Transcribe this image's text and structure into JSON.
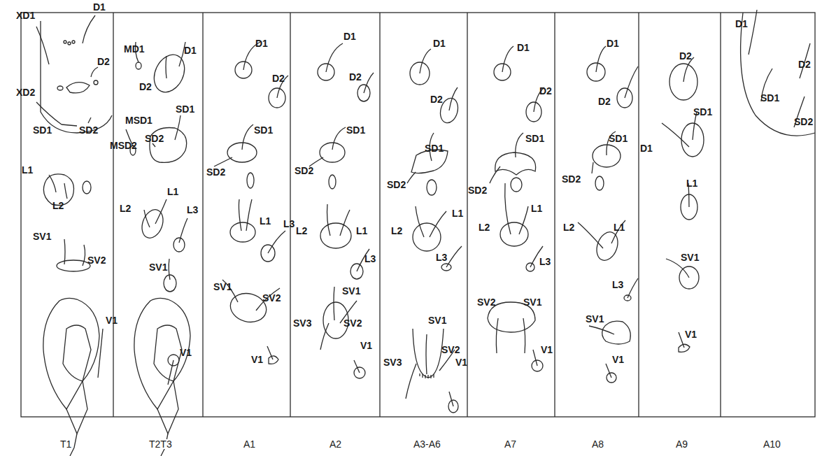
{
  "diagram": {
    "labels": [
      "XD1",
      "D1",
      "D2",
      "XD2",
      "SD1",
      "SD2",
      "L1",
      "L2",
      "SV1",
      "SV2",
      "V1",
      "MD1",
      "D1",
      "D2",
      "MSD1",
      "SD1",
      "SD2",
      "MSD2",
      "L1",
      "L2",
      "L3",
      "SV1",
      "V1",
      "D1",
      "D2",
      "SD1",
      "SD2",
      "L1",
      "L3",
      "SV1",
      "SV2",
      "V1",
      "D1",
      "D2",
      "SD1",
      "SD2",
      "L2",
      "L1",
      "L3",
      "SV1",
      "SV3",
      "SV2",
      "V1",
      "D1",
      "D2",
      "SD1",
      "SD2",
      "L1",
      "L2",
      "L3",
      "SV1",
      "SV3",
      "SV2",
      "V1",
      "D1",
      "D2",
      "SD1",
      "SD2",
      "L1",
      "L2",
      "L3",
      "SV2",
      "SV1",
      "V1",
      "D1",
      "D2",
      "SD1",
      "SD2",
      "L2",
      "L1",
      "L3",
      "SV1",
      "V1",
      "D2",
      "SD1",
      "D1",
      "L1",
      "SV1",
      "V1",
      "D1",
      "D2",
      "SD1",
      "SD2",
      "T1",
      "T2T3",
      "A1",
      "A2",
      "A3-A6",
      "A7",
      "A8",
      "A9",
      "A10"
    ]
  }
}
